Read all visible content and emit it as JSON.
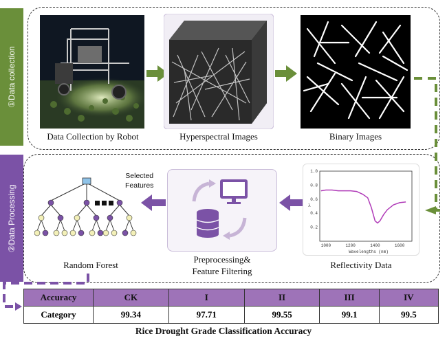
{
  "side_labels": {
    "collection": "①Data collection",
    "processing": "②Data Processing"
  },
  "collection": {
    "robot_caption": "Data Collection by Robot",
    "hyper_caption": "Hyperspectral Images",
    "binary_caption": "Binary Images"
  },
  "processing": {
    "rf_caption": "Random Forest",
    "selected_label_1": "Selected",
    "selected_label_2": "Features",
    "pre_caption_1": "Preprocessing&",
    "pre_caption_2": "Feature Filtering",
    "refl_caption": "Reflectivity Data"
  },
  "chart_data": {
    "type": "line",
    "xlabel": "Wavelengths (nm)",
    "ylabel": "λ",
    "xticks": [
      1000,
      1200,
      1400,
      1600
    ],
    "yticks": [
      0.2,
      0.4,
      0.6,
      0.8,
      1.0
    ],
    "xlim": [
      950,
      1700
    ],
    "ylim": [
      0.0,
      1.0
    ],
    "series": [
      {
        "color": "#b03bb8",
        "x": [
          960,
          1000,
          1050,
          1100,
          1150,
          1200,
          1250,
          1300,
          1340,
          1370,
          1400,
          1420,
          1440,
          1470,
          1500,
          1550,
          1600,
          1650
        ],
        "y": [
          0.72,
          0.73,
          0.73,
          0.72,
          0.72,
          0.72,
          0.71,
          0.67,
          0.62,
          0.48,
          0.29,
          0.26,
          0.29,
          0.38,
          0.45,
          0.52,
          0.55,
          0.56
        ]
      }
    ]
  },
  "table": {
    "header": [
      "Accuracy",
      "CK",
      "I",
      "II",
      "III",
      "IV"
    ],
    "row": [
      "Category",
      "99.34",
      "97.71",
      "99.55",
      "99.1",
      "99.5"
    ],
    "title": "Rice Drought Grade Classification Accuracy"
  },
  "colors": {
    "green": "#6a8f3a",
    "purple": "#7b52a6",
    "light_purple": "#9e73b8"
  }
}
